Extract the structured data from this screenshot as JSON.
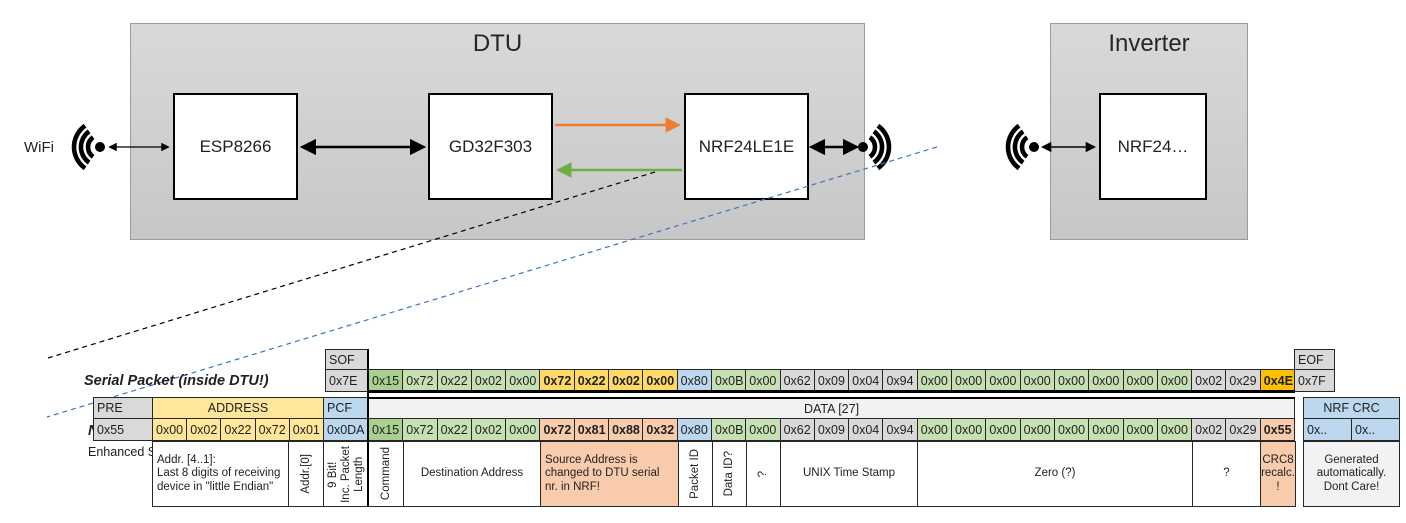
{
  "diagram": {
    "dtu_label": "DTU",
    "inverter_label": "Inverter",
    "wifi_label": "WiFi",
    "components": {
      "esp": "ESP8266",
      "mcu": "GD32F303",
      "radio": "NRF24LE1E",
      "inverter_radio": "NRF24…"
    },
    "colors": {
      "orange_arrow": "#ED7D31",
      "green_arrow": "#70AD47",
      "blue_dashed_line": "#4472C4",
      "black": "#000000"
    }
  },
  "serial_packet": {
    "label": "Serial Packet (inside DTU!)",
    "sof": {
      "header": "SOF",
      "value": "0x7E"
    },
    "eof": {
      "header": "EOF",
      "value": "0x7F"
    },
    "bytes": [
      {
        "v": "0x15",
        "c": "G"
      },
      {
        "v": "0x72",
        "c": "g"
      },
      {
        "v": "0x22",
        "c": "g"
      },
      {
        "v": "0x02",
        "c": "g"
      },
      {
        "v": "0x00",
        "c": "g"
      },
      {
        "v": "0x72",
        "c": "y"
      },
      {
        "v": "0x22",
        "c": "y"
      },
      {
        "v": "0x02",
        "c": "y"
      },
      {
        "v": "0x00",
        "c": "y"
      },
      {
        "v": "0x80",
        "c": "b"
      },
      {
        "v": "0x0B",
        "c": "g"
      },
      {
        "v": "0x00",
        "c": "g"
      },
      {
        "v": "0x62",
        "c": "n"
      },
      {
        "v": "0x09",
        "c": "n"
      },
      {
        "v": "0x04",
        "c": "n"
      },
      {
        "v": "0x94",
        "c": "n"
      },
      {
        "v": "0x00",
        "c": "g"
      },
      {
        "v": "0x00",
        "c": "g"
      },
      {
        "v": "0x00",
        "c": "g"
      },
      {
        "v": "0x00",
        "c": "g"
      },
      {
        "v": "0x00",
        "c": "g"
      },
      {
        "v": "0x00",
        "c": "g"
      },
      {
        "v": "0x00",
        "c": "g"
      },
      {
        "v": "0x00",
        "c": "g"
      },
      {
        "v": "0x02",
        "c": "n"
      },
      {
        "v": "0x29",
        "c": "n"
      },
      {
        "v": "0x4E",
        "c": "Y"
      }
    ]
  },
  "nrf_packet": {
    "label": "NRF Packet",
    "sublabel": "Enhanced Shockburst",
    "pre": {
      "header": "PRE",
      "value": "0x55"
    },
    "address": {
      "header": "ADDRESS",
      "values": [
        "0x00",
        "0x02",
        "0x22",
        "0x72",
        "0x01"
      ]
    },
    "pcf": {
      "header": "PCF",
      "value": "0x0DA"
    },
    "data_header": "DATA [27]",
    "bytes": [
      {
        "v": "0x15",
        "c": "G"
      },
      {
        "v": "0x72",
        "c": "g"
      },
      {
        "v": "0x22",
        "c": "g"
      },
      {
        "v": "0x02",
        "c": "g"
      },
      {
        "v": "0x00",
        "c": "g"
      },
      {
        "v": "0x72",
        "c": "s"
      },
      {
        "v": "0x81",
        "c": "s"
      },
      {
        "v": "0x88",
        "c": "s"
      },
      {
        "v": "0x32",
        "c": "s"
      },
      {
        "v": "0x80",
        "c": "b"
      },
      {
        "v": "0x0B",
        "c": "g"
      },
      {
        "v": "0x00",
        "c": "g"
      },
      {
        "v": "0x62",
        "c": "n"
      },
      {
        "v": "0x09",
        "c": "n"
      },
      {
        "v": "0x04",
        "c": "n"
      },
      {
        "v": "0x94",
        "c": "n"
      },
      {
        "v": "0x00",
        "c": "g"
      },
      {
        "v": "0x00",
        "c": "g"
      },
      {
        "v": "0x00",
        "c": "g"
      },
      {
        "v": "0x00",
        "c": "g"
      },
      {
        "v": "0x00",
        "c": "g"
      },
      {
        "v": "0x00",
        "c": "g"
      },
      {
        "v": "0x00",
        "c": "g"
      },
      {
        "v": "0x00",
        "c": "g"
      },
      {
        "v": "0x02",
        "c": "n"
      },
      {
        "v": "0x29",
        "c": "n"
      },
      {
        "v": "0x55",
        "c": "s"
      }
    ],
    "crc": {
      "header": "NRF CRC",
      "values": [
        "0x..",
        "0x.."
      ]
    }
  },
  "annotations": [
    {
      "text": "Addr. [4..1]:\nLast 8 digits of receiving device in \"little Endian\""
    },
    {
      "text": "Addr.[0]"
    },
    {
      "text": "9 Bit!\nInc. Packet\nLength"
    },
    {
      "text": "Command"
    },
    {
      "text": "Destination Address"
    },
    {
      "text": "Source Address is\nchanged to DTU serial\nnr. in NRF!"
    },
    {
      "text": "Packet ID"
    },
    {
      "text": "Data ID?"
    },
    {
      "text": "?"
    },
    {
      "text": "UNIX Time Stamp"
    },
    {
      "text": "Zero (?)"
    },
    {
      "text": "?"
    },
    {
      "text": "CRC8\nrecalc.\n!"
    },
    {
      "text": "Generated\nautomatically.\nDont Care!"
    }
  ]
}
